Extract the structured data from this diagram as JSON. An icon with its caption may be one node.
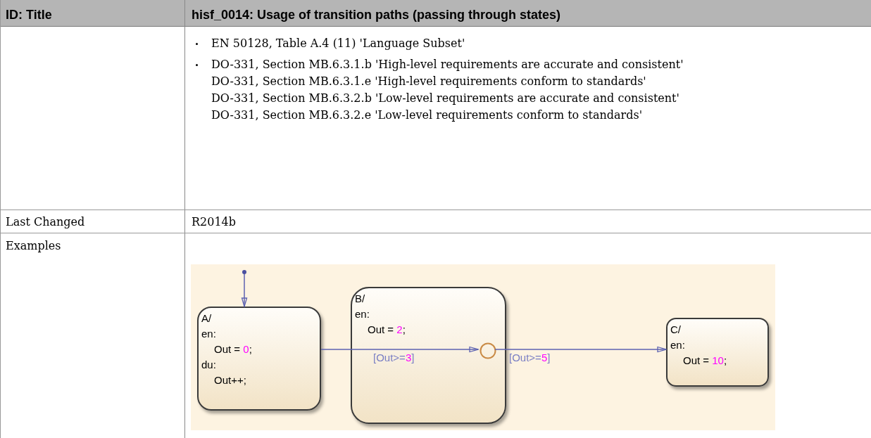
{
  "diagram": {
    "nodes": [
      {
        "text": [
          "A/",
          "en:",
          "Out = 0;",
          "du:",
          "Out++;"
        ]
      },
      {
        "text": [
          "B/",
          "en:",
          "Out = 2;"
        ]
      },
      {
        "text": [],
        "shape": "circle",
        "in": 1
      },
      {
        "text": [
          "C/",
          "en:",
          "Out = 10;"
        ]
      }
    ],
    "edges": [
      {
        "from": null,
        "to": 0,
        "arrow": "to"
      },
      {
        "from": 0,
        "to": 2,
        "label": "[Out>=3]",
        "arrow": "to"
      },
      {
        "from": 2,
        "to": 3,
        "label": "[Out>=5]",
        "arrow": "to"
      }
    ],
    "labels": [
      "ID: Title",
      "hisf_0014: Usage of transition paths (passing through states)",
      "EN 50128, Table A.4 (11) 'Language Subset'",
      "DO-331, Section MB.6.3.1.b 'High-level requirements are accurate and consistent'",
      "DO-331, Section MB.6.3.1.e 'High-level requirements conform to standards'",
      "DO-331, Section MB.6.3.2.b 'Low-level requirements are accurate and consistent'",
      "DO-331, Section MB.6.3.2.e 'Low-level requirements conform to standards'",
      "Last Changed",
      "R2014b",
      "Examples"
    ]
  }
}
